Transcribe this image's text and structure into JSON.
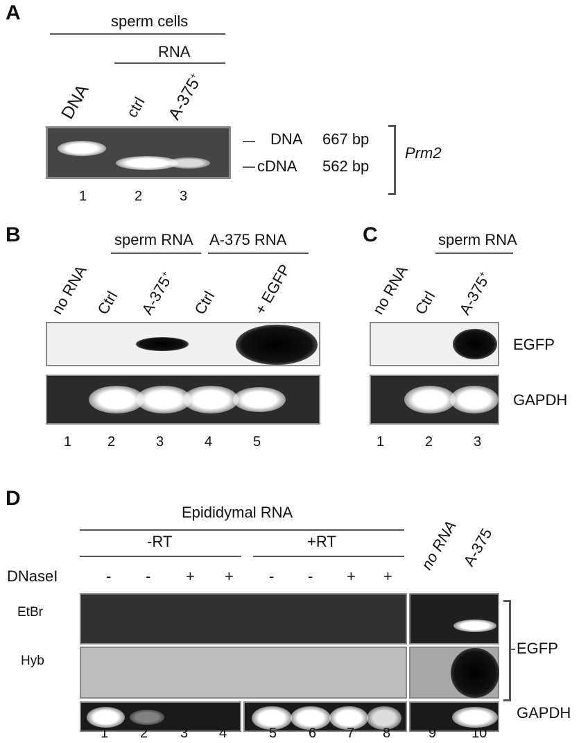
{
  "panelA": {
    "label": "A",
    "group1": "sperm cells",
    "group2": "RNA",
    "lanes": [
      "DNA",
      "ctrl",
      "A-375",
      "+"
    ],
    "lane_numbers": [
      "1",
      "2",
      "3"
    ],
    "band_dna": "DNA",
    "size_dna": "667 bp",
    "band_cdna": "cDNA",
    "size_cdna": "562 bp",
    "gene": "Prm2"
  },
  "panelB": {
    "label": "B",
    "group1": "sperm RNA",
    "group2": "A-375 RNA",
    "lanes": [
      "no RNA",
      "Ctrl",
      "A-375",
      "+",
      "Ctrl",
      "+ EGFP"
    ],
    "lane_numbers": [
      "1",
      "2",
      "3",
      "4",
      "5"
    ]
  },
  "panelC": {
    "label": "C",
    "group1": "sperm RNA",
    "lanes": [
      "no RNA",
      "Ctrl",
      "A-375",
      "+"
    ],
    "lane_numbers": [
      "1",
      "2",
      "3"
    ],
    "row1": "EGFP",
    "row2": "GAPDH"
  },
  "panelD": {
    "label": "D",
    "title": "Epididymal RNA",
    "minus_rt": "-RT",
    "plus_rt": "+RT",
    "dnase_label": "DNaseI",
    "dnase": [
      "-",
      "-",
      "+",
      "+",
      "-",
      "-",
      "+",
      "+"
    ],
    "lanes": [
      "no RNA",
      "A-375"
    ],
    "row_etbr": "EtBr",
    "row_hyb": "Hyb",
    "egfp": "EGFP",
    "gapdh": "GAPDH",
    "lane_numbers": [
      "1",
      "2",
      "3",
      "4",
      "5",
      "6",
      "7",
      "8",
      "9",
      "10"
    ]
  }
}
